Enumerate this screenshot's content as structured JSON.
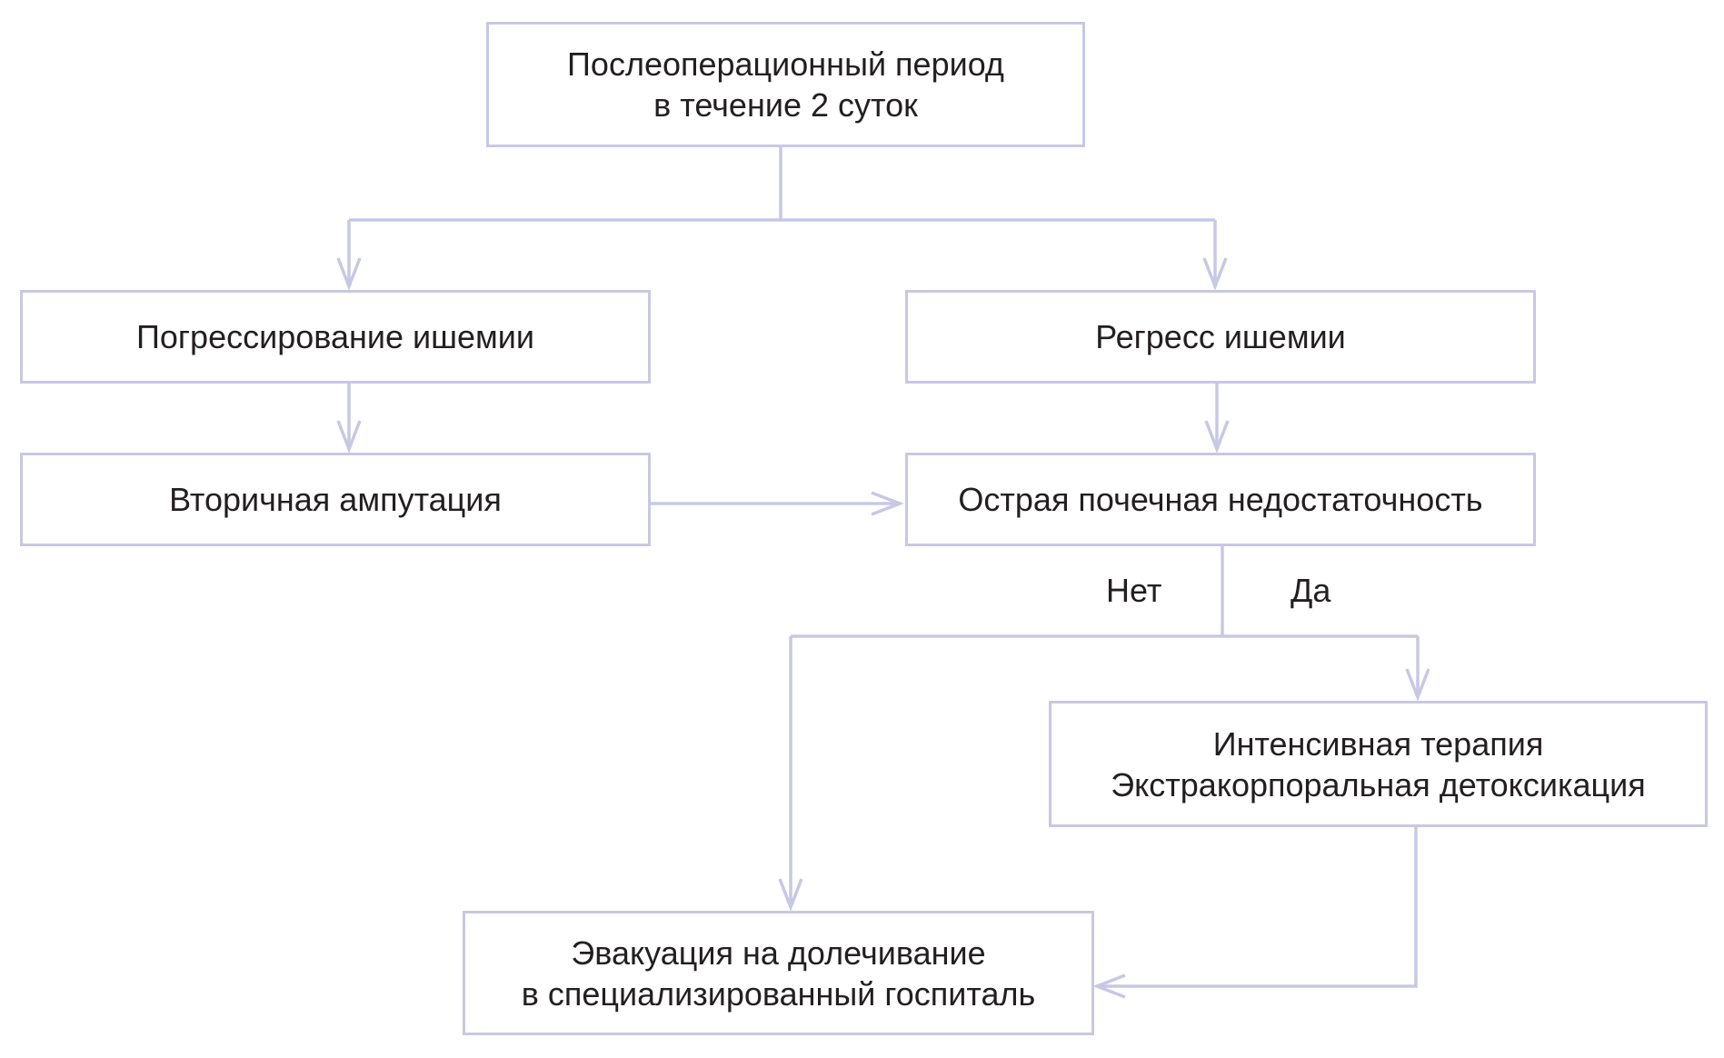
{
  "diagram": {
    "colors": {
      "stroke": "#c8c8e4",
      "text": "#231f20",
      "background": "#ffffff"
    },
    "nodes": {
      "postop": {
        "lines": [
          "Послеоперационный период",
          "в течение 2 суток"
        ]
      },
      "progression": {
        "lines": [
          "Погрессирование ишемии"
        ]
      },
      "regression": {
        "lines": [
          "Регресс ишемии"
        ]
      },
      "amputation": {
        "lines": [
          "Вторичная ампутация"
        ]
      },
      "renal_failure": {
        "lines": [
          "Острая почечная недостаточность"
        ]
      },
      "therapy": {
        "lines": [
          "Интенсивная терапия",
          "Экстракорпоральная детоксикация"
        ]
      },
      "evacuation": {
        "lines": [
          "Эвакуация на долечивание",
          "в специализированный госпиталь"
        ]
      }
    },
    "edge_labels": {
      "no": "Нет",
      "yes": "Да"
    },
    "edges": [
      {
        "from": "postop",
        "to": "progression"
      },
      {
        "from": "postop",
        "to": "regression"
      },
      {
        "from": "progression",
        "to": "amputation"
      },
      {
        "from": "regression",
        "to": "renal_failure"
      },
      {
        "from": "amputation",
        "to": "renal_failure"
      },
      {
        "from": "renal_failure",
        "to": "evacuation",
        "label": "Нет"
      },
      {
        "from": "renal_failure",
        "to": "therapy",
        "label": "Да"
      },
      {
        "from": "therapy",
        "to": "evacuation"
      }
    ]
  }
}
